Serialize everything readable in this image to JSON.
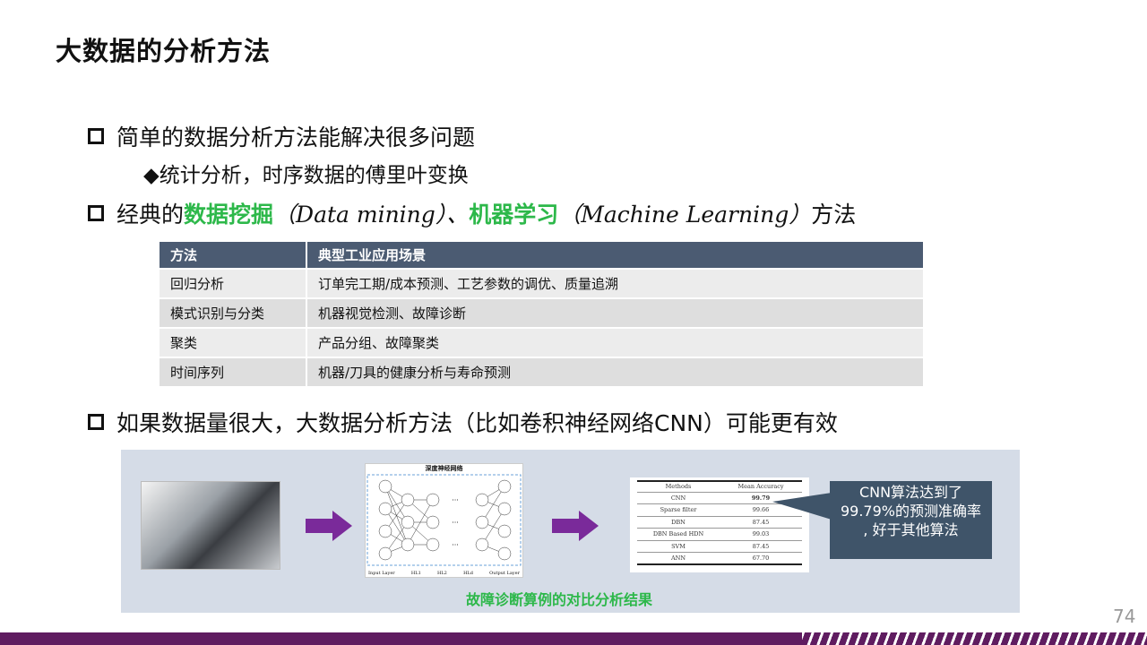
{
  "title": "大数据的分析方法",
  "bullets": {
    "b1": "简单的数据分析方法能解决很多问题",
    "b1_sub": "◆统计分析，时序数据的傅里叶变换",
    "b2_pre": "经典的",
    "b2_dm": "数据挖掘",
    "b2_dm_en": "（Data mining）、",
    "b2_ml": "机器学习",
    "b2_ml_en": "（Machine Learning）",
    "b2_post": "方法",
    "b3": "如果数据量很大，大数据分析方法（比如卷积神经网络CNN）可能更有效"
  },
  "table": {
    "headers": [
      "方法",
      "典型工业应用场景"
    ],
    "rows": [
      [
        "回归分析",
        "订单完工期/成本预测、工艺参数的调优、质量追溯"
      ],
      [
        "模式识别与分类",
        "机器视觉检测、故障诊断"
      ],
      [
        "聚类",
        "产品分组、故障聚类"
      ],
      [
        "时间序列",
        "机器/刀具的健康分析与寿命预测"
      ]
    ]
  },
  "figure": {
    "nn_title": "深度神经网络",
    "nn_labels": [
      "Input Layer",
      "HL1",
      "HL2",
      "HLd",
      "Output Layer"
    ],
    "results_headers": [
      "Methods",
      "Mean Accuracy"
    ],
    "results": [
      [
        "CNN",
        "99.79"
      ],
      [
        "Sparse filter",
        "99.66"
      ],
      [
        "DBN",
        "87.45"
      ],
      [
        "DBN Based HDN",
        "99.03"
      ],
      [
        "SVM",
        "87.45"
      ],
      [
        "ANN",
        "67.70"
      ]
    ],
    "callout": [
      "CNN算法达到了",
      "99.79%的预测准确率",
      ", 好于其他算法"
    ],
    "caption": "故障诊断算例的对比分析结果"
  },
  "page_number": "74",
  "colors": {
    "accent_green": "#2db84a",
    "header": "#4b5b72",
    "brand_purple": "#5f1c60",
    "arrow": "#7a2a9a"
  }
}
